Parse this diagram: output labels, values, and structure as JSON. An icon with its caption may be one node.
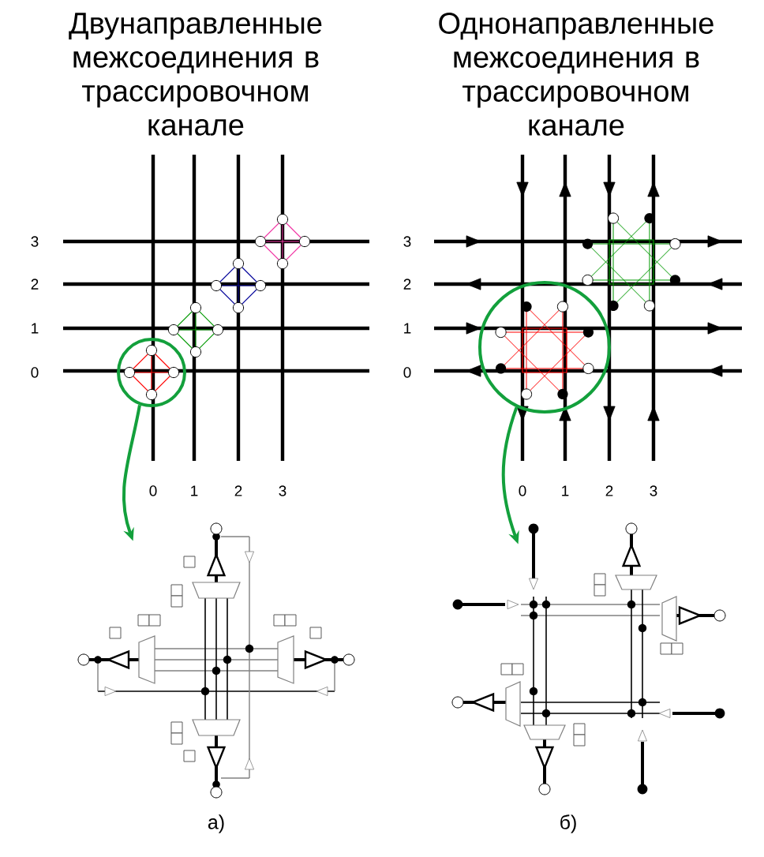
{
  "diagram": {
    "nodes": [
      {
        "text": [],
        "shape": "circle"
      },
      {
        "text": [],
        "shape": "circle"
      },
      {
        "text": [],
        "shape": "picture"
      },
      {
        "text": [],
        "shape": "picture"
      }
    ],
    "edges": [
      {
        "from": 0,
        "to": 2,
        "arrow": "to",
        "color": "#13a03c"
      },
      {
        "from": 1,
        "to": 3,
        "arrow": "to",
        "color": "#13a03c"
      }
    ],
    "labels": [
      "Двунаправленные межсоединения в трассировочном канале",
      "Однонаправленные межсоединения в трассировочном канале",
      "3",
      "3",
      "2",
      "2",
      "1",
      "1",
      "0",
      "0",
      "0",
      "1",
      "2",
      "3",
      "0",
      "1",
      "2",
      "3",
      "а)",
      "б)"
    ]
  }
}
